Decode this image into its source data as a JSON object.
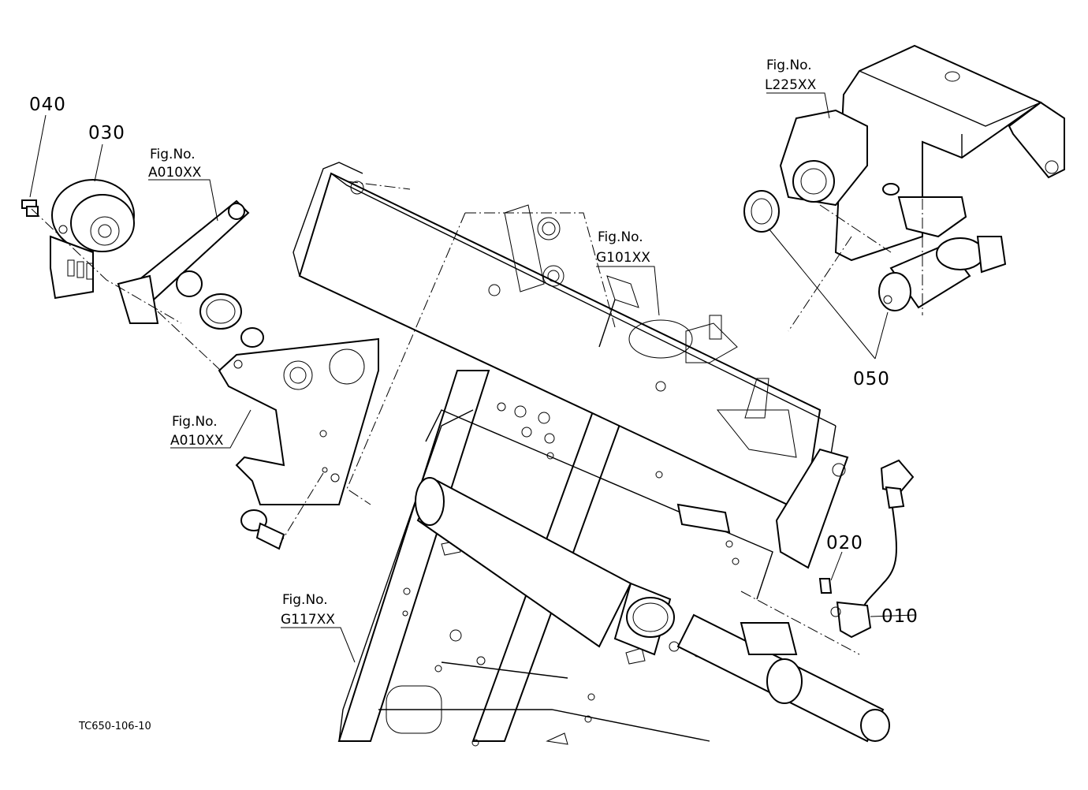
{
  "parts": [
    {
      "id": "p040",
      "label": "040"
    },
    {
      "id": "p030",
      "label": "030"
    },
    {
      "id": "p050",
      "label": "050"
    },
    {
      "id": "p020",
      "label": "020"
    },
    {
      "id": "p010",
      "label": "010"
    }
  ],
  "figure_refs": [
    {
      "id": "ref1",
      "line1": "Fig.No.",
      "line2": "A010XX"
    },
    {
      "id": "ref2",
      "line1": "Fig.No.",
      "line2": "A010XX"
    },
    {
      "id": "ref3",
      "line1": "Fig.No.",
      "line2": "G101XX"
    },
    {
      "id": "ref4",
      "line1": "Fig.No.",
      "line2": "L225XX"
    },
    {
      "id": "ref5",
      "line1": "Fig.No.",
      "line2": "G117XX"
    }
  ],
  "drawing_code": "TC650-106-10"
}
